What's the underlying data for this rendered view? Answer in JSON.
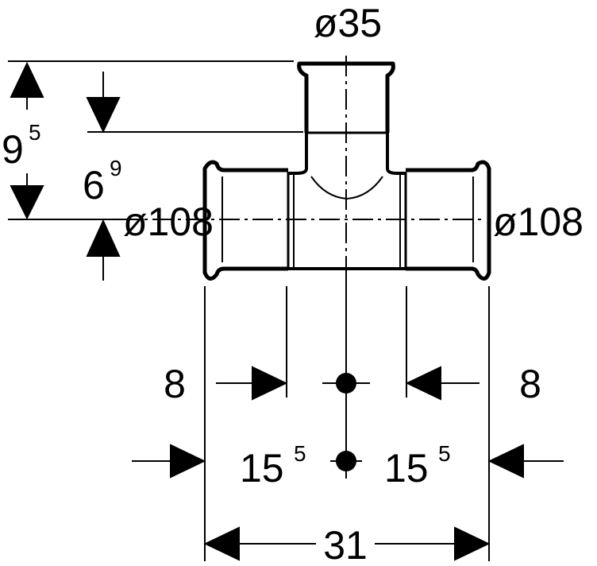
{
  "dimensions": {
    "top_diameter": "ø35",
    "left_diameter": "ø108",
    "right_diameter": "ø108",
    "height_total_base": "9",
    "height_total_sup": "5",
    "height_inner_base": "6",
    "height_inner_sup": "9",
    "socket_left": "8",
    "socket_right": "8",
    "half_left_base": "15",
    "half_left_sup": "5",
    "half_right_base": "15",
    "half_right_sup": "5",
    "total_length": "31"
  }
}
